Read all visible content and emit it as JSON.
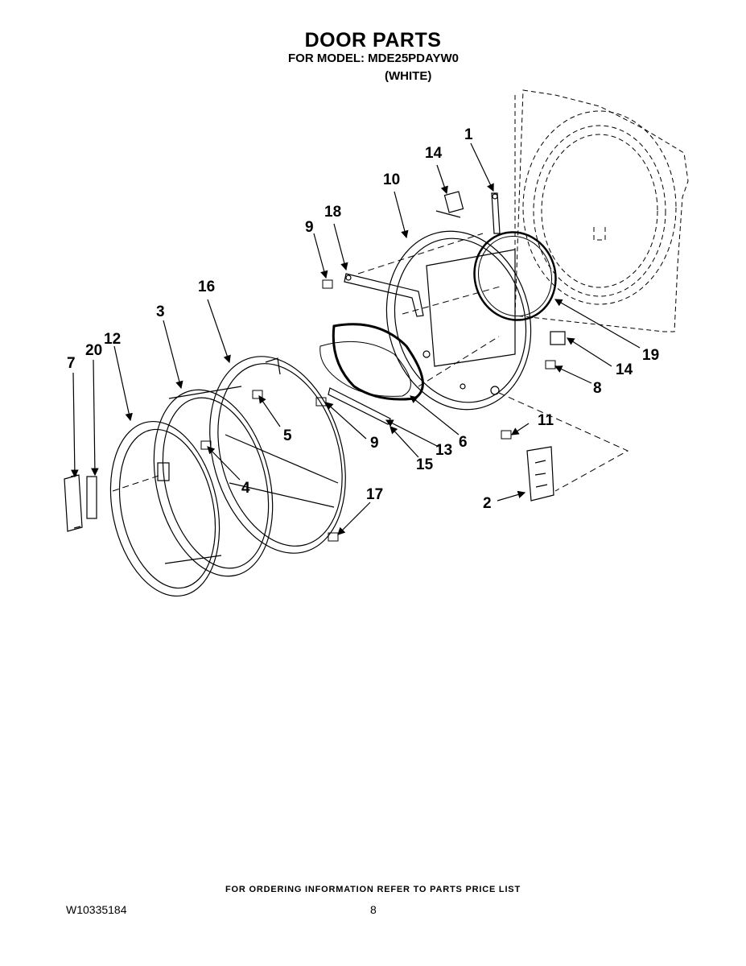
{
  "header": {
    "title": "DOOR PARTS",
    "model_line": "FOR MODEL: MDE25PDAYW0",
    "variant": "(WHITE)"
  },
  "callouts": [
    {
      "id": "c1",
      "label": "1"
    },
    {
      "id": "c14a",
      "label": "14"
    },
    {
      "id": "c10",
      "label": "10"
    },
    {
      "id": "c18",
      "label": "18"
    },
    {
      "id": "c9a",
      "label": "9"
    },
    {
      "id": "c16",
      "label": "16"
    },
    {
      "id": "c3",
      "label": "3"
    },
    {
      "id": "c12",
      "label": "12"
    },
    {
      "id": "c20",
      "label": "20"
    },
    {
      "id": "c7",
      "label": "7"
    },
    {
      "id": "c19",
      "label": "19"
    },
    {
      "id": "c14b",
      "label": "14"
    },
    {
      "id": "c8",
      "label": "8"
    },
    {
      "id": "c5",
      "label": "5"
    },
    {
      "id": "c9b",
      "label": "9"
    },
    {
      "id": "c13",
      "label": "13"
    },
    {
      "id": "c6",
      "label": "6"
    },
    {
      "id": "c15",
      "label": "15"
    },
    {
      "id": "c11",
      "label": "11"
    },
    {
      "id": "c4",
      "label": "4"
    },
    {
      "id": "c17",
      "label": "17"
    },
    {
      "id": "c2",
      "label": "2"
    }
  ],
  "footer": {
    "note": "FOR ORDERING INFORMATION REFER TO PARTS PRICE LIST",
    "doc_number": "W10335184",
    "page_number": "8"
  }
}
